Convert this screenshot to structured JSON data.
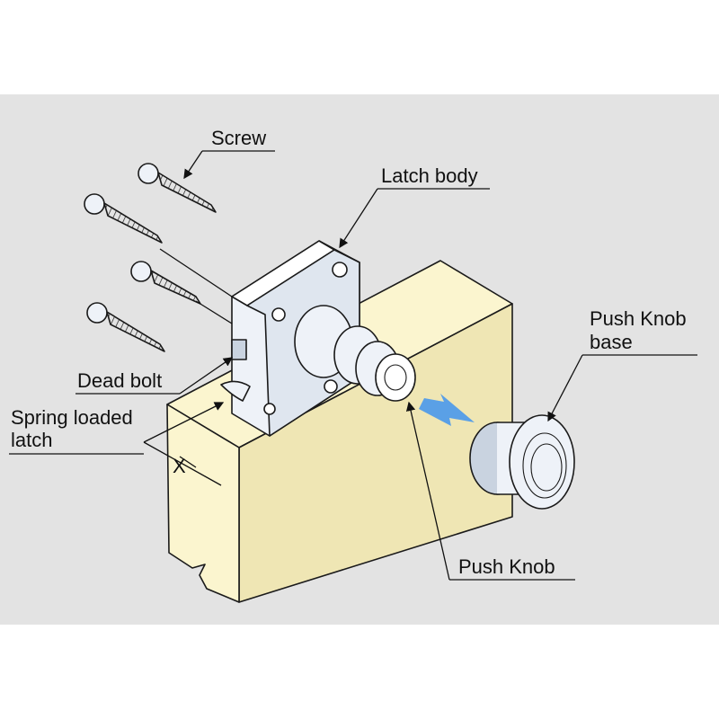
{
  "colors": {
    "background_panel": "#e3e3e3",
    "wood": "#fbf5cf",
    "wood_shade": "#efe6b4",
    "metal": "#eef2f8",
    "metal_shade": "#c9d3e0",
    "arrow": "#5aa0e6"
  },
  "labels": {
    "screw": "Screw",
    "latch_body": "Latch body",
    "push_knob_base_line1": "Push Knob",
    "push_knob_base_line2": "base",
    "dead_bolt": "Dead bolt",
    "spring_latch_line1": "Spring loaded",
    "spring_latch_line2": "latch",
    "dimension_x": "X",
    "push_knob": "Push Knob"
  }
}
